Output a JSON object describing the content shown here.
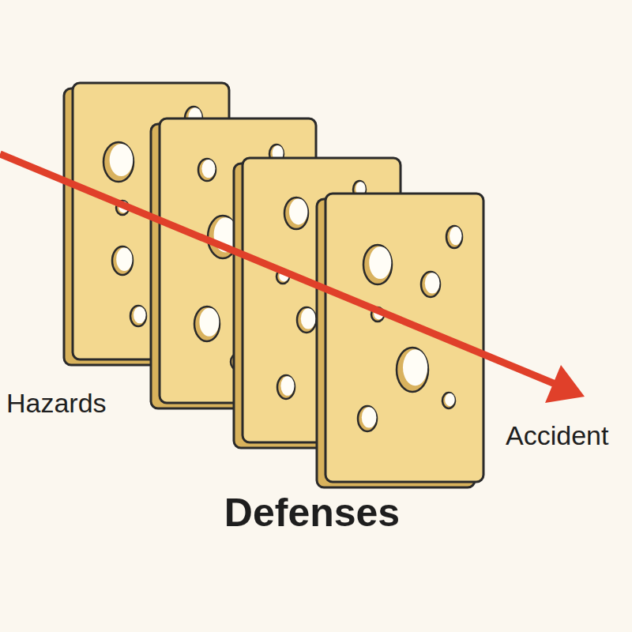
{
  "diagram": {
    "labels": [
      "Hazards",
      "Defenses",
      "Accident"
    ]
  }
}
